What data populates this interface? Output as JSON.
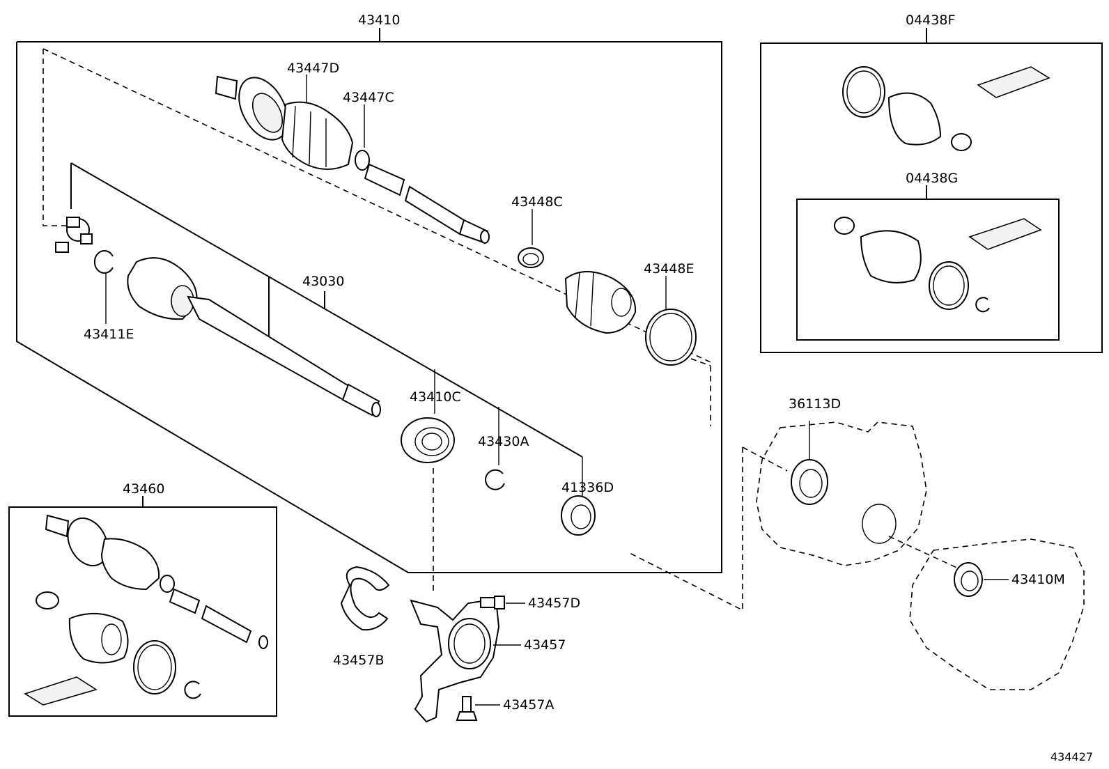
{
  "labels": {
    "p43410": "43410",
    "p43447D": "43447D",
    "p43447C": "43447C",
    "p43448C": "43448C",
    "p43448E": "43448E",
    "p43030": "43030",
    "p43411E": "43411E",
    "p43410C": "43410C",
    "p43430A": "43430A",
    "p41336D": "41336D",
    "p43460": "43460",
    "p43457B": "43457B",
    "p43457D": "43457D",
    "p43457": "43457",
    "p43457A": "43457A",
    "p04438F": "04438F",
    "p04438G": "04438G",
    "p36113D": "36113D",
    "p43410M": "43410M",
    "diagram_id": "434427"
  }
}
